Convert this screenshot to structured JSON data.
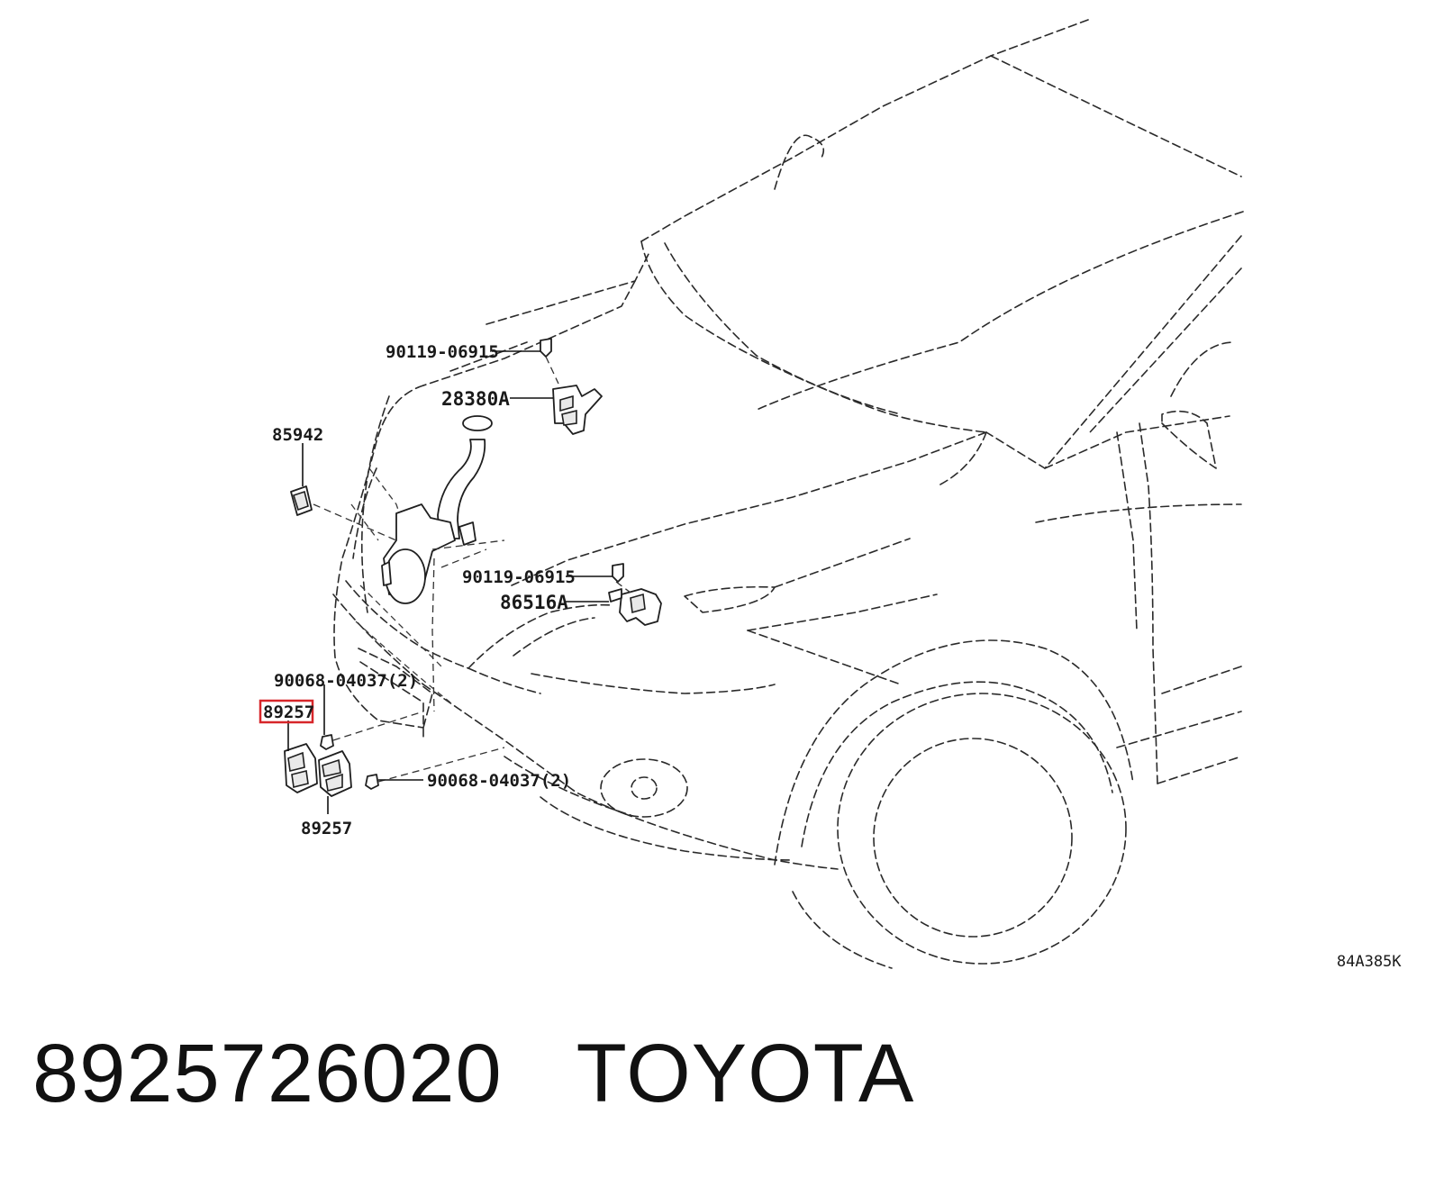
{
  "diagram": {
    "callouts": {
      "bolt_top": "90119-06915",
      "hood_lock": "28380A",
      "cover": "85942",
      "bolt_mid": "90119-06915",
      "hood_latch": "86516A",
      "bolt_sensor_top": "90068-04037(2)",
      "sensor_highlighted": "89257",
      "bolt_sensor_bottom": "90068-04037(2)",
      "sensor_lower": "89257"
    },
    "figure_code": "84A385K",
    "highlight_color": "#d7262a"
  },
  "footer": {
    "part_number": "8925726020",
    "brand": "TOYOTA"
  }
}
